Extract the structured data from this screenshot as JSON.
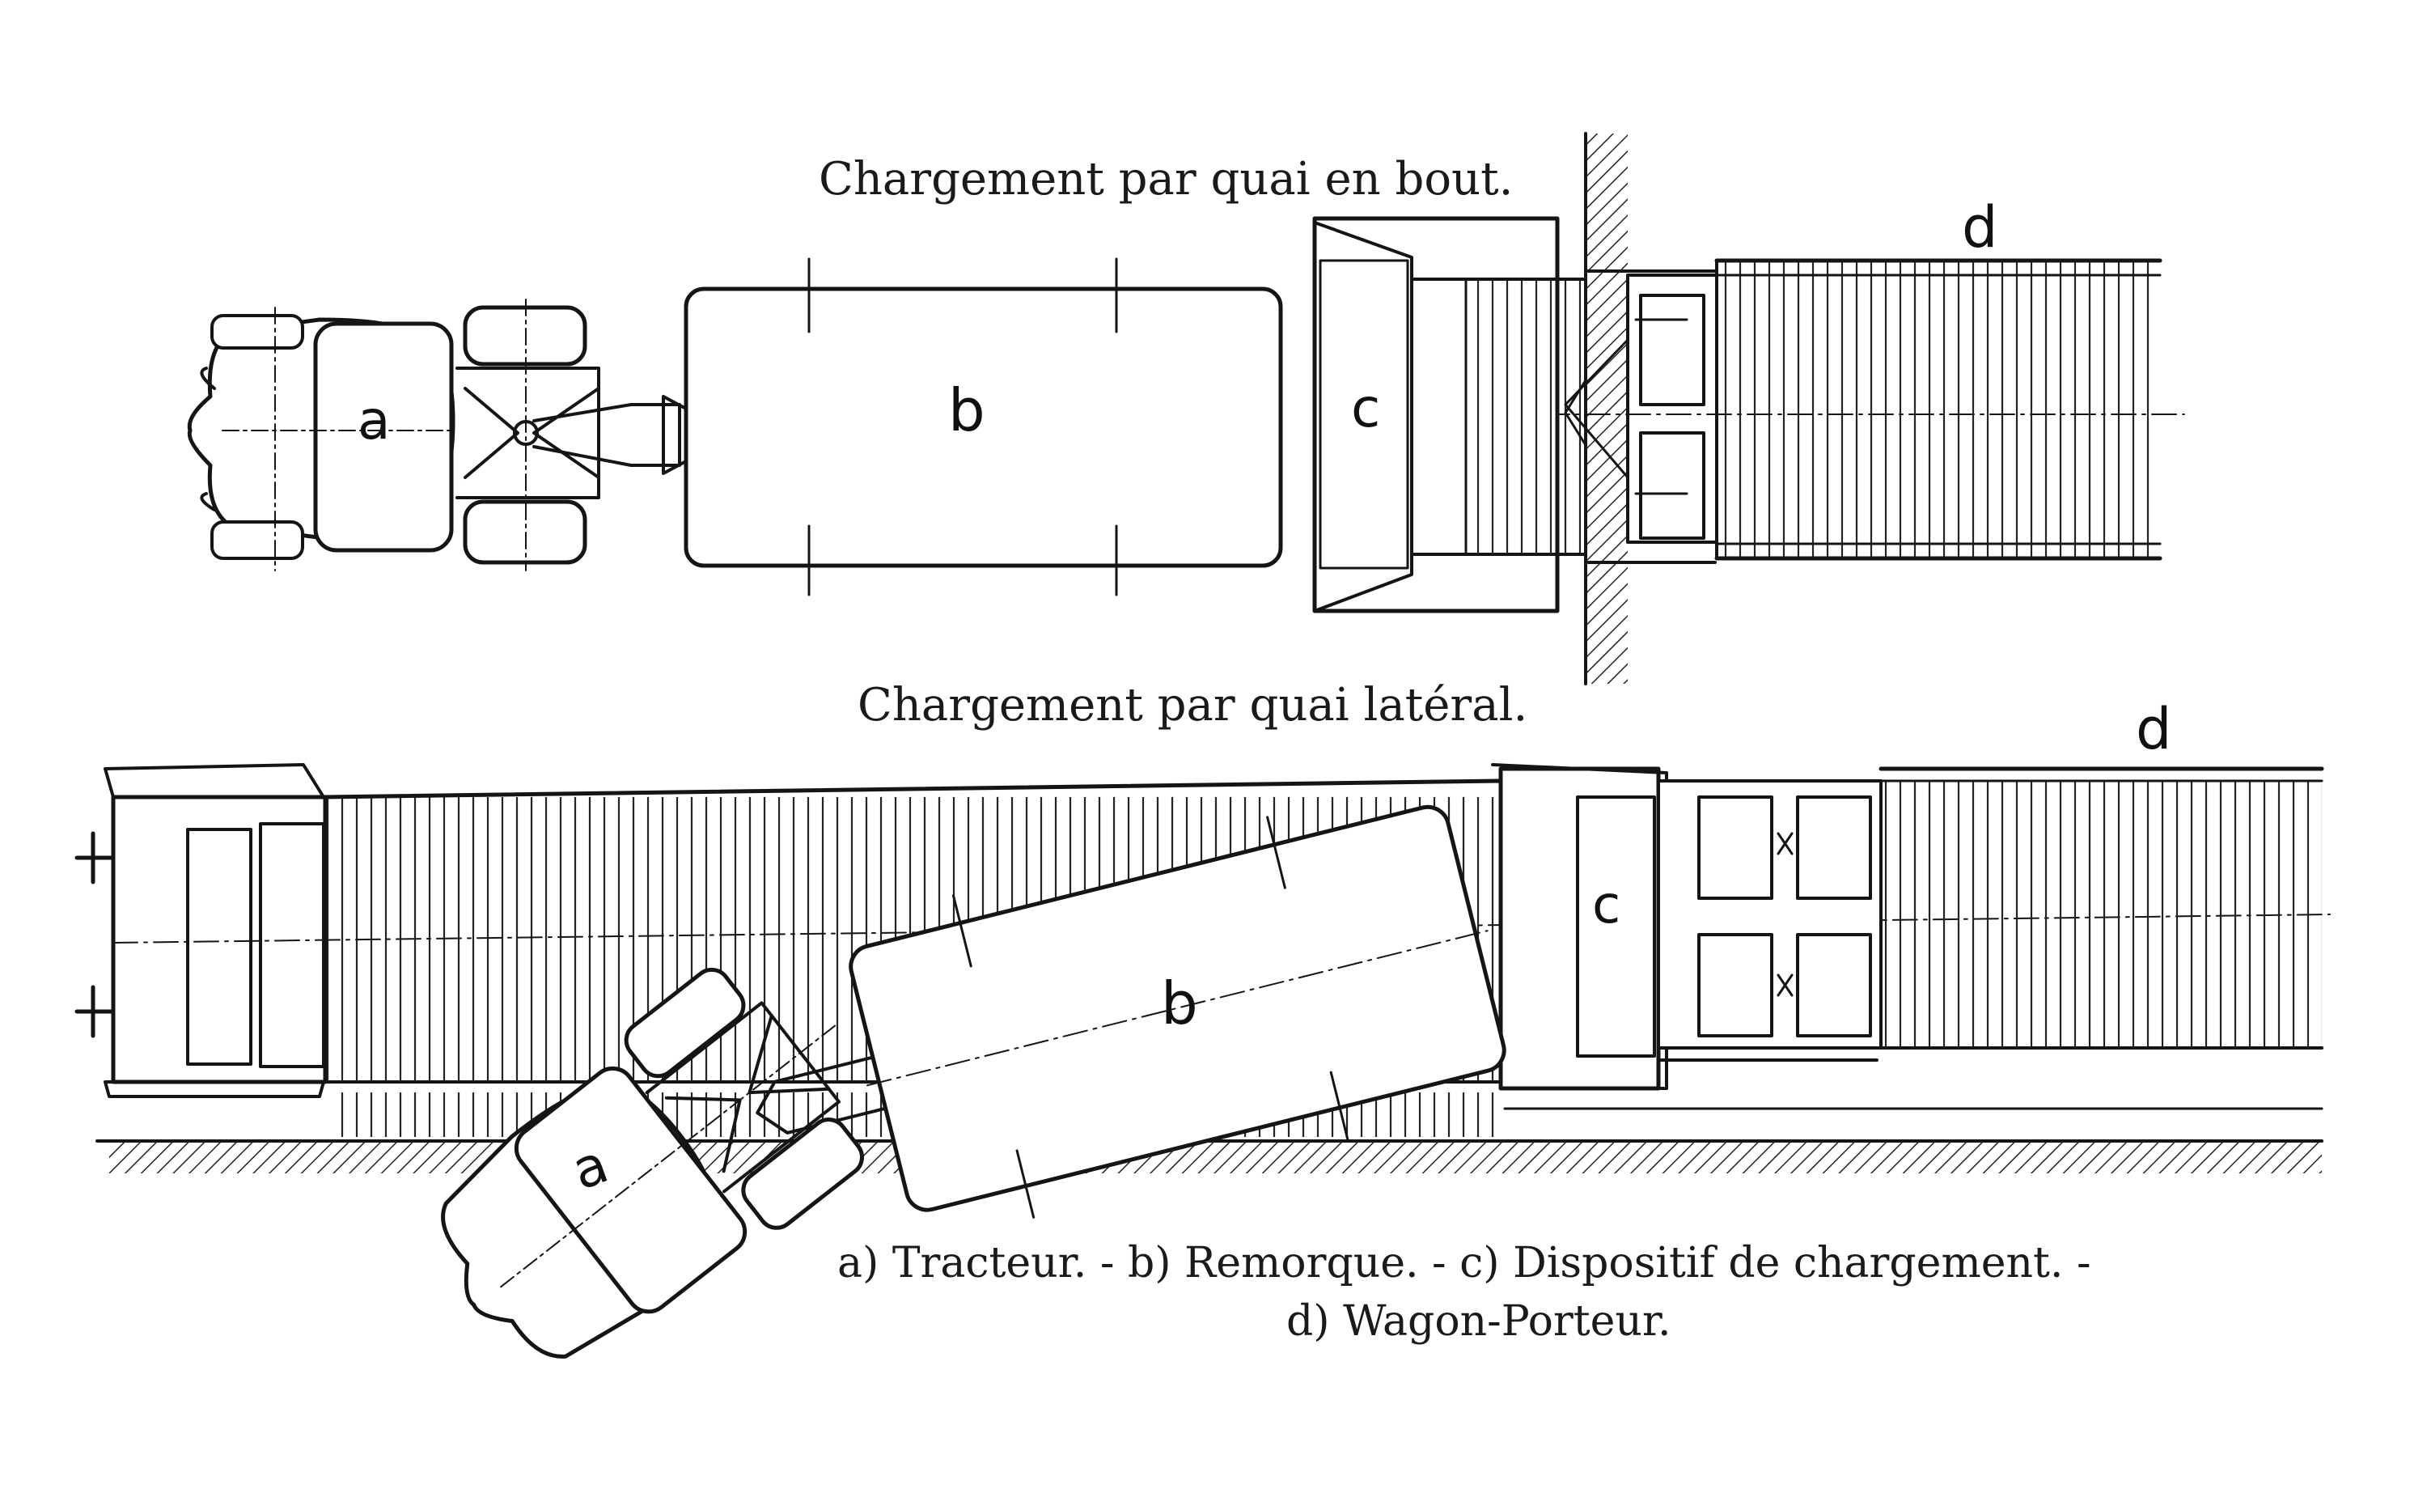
{
  "top_title": "Chargement par quai en bout.",
  "bottom_title": "Chargement par quai latéral.",
  "part_letters": {
    "a": "a",
    "b": "b",
    "c": "c",
    "d": "d"
  },
  "legend": {
    "line1": "a) Tracteur. - b) Remorque. - c) Dispositif de chargement. -",
    "line2": "d) Wagon-Porteur."
  }
}
